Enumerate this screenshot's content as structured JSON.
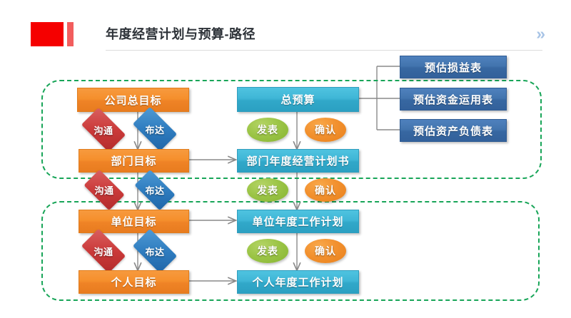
{
  "header": {
    "title": "年度经营计划与预算-路径",
    "chevron": "»",
    "accent_red": "#f50000",
    "accent_red_light": "#f25d5d",
    "chevron_color": "#a8c4e6"
  },
  "diagram": {
    "group_border_color": "#18a558",
    "colors": {
      "goal_box": "#ef8326",
      "plan_box": "#31a8c9",
      "report_box": "#3767a1",
      "communicate": "#cb3a3a",
      "deploy": "#2f7dc0",
      "publish": "#9cc547",
      "confirm": "#f2912f"
    },
    "nodes": {
      "company_goal": "公司总目标",
      "total_budget": "总预算",
      "dept_goal": "部门目标",
      "dept_plan": "部门年度经营计划书",
      "unit_goal": "单位目标",
      "unit_plan": "单位年度工作计划",
      "person_goal": "个人目标",
      "person_plan": "个人年度工作计划",
      "report_income": "预估损益表",
      "report_fund": "预估资金运用表",
      "report_balance": "预估资产负债表"
    },
    "actions": {
      "communicate": "沟通",
      "deploy": "布达",
      "publish": "发表",
      "confirm": "确认"
    }
  }
}
